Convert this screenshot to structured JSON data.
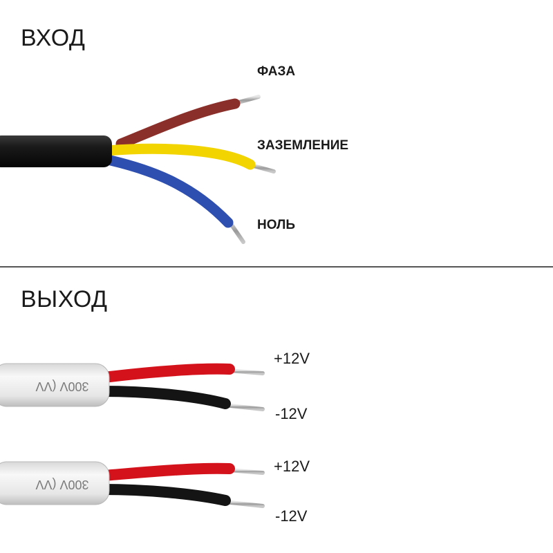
{
  "input_section": {
    "title": "ВХОД",
    "wires": {
      "phase": {
        "label": "ФАЗА",
        "color": "#8a2f2a"
      },
      "ground": {
        "label": "ЗАЗЕМЛЕНИЕ",
        "color": "#f2d400"
      },
      "neutral": {
        "label": "НОЛЬ",
        "color": "#2f4fb0"
      }
    },
    "cable_color": "#121212"
  },
  "output_section": {
    "title": "ВЫХОД",
    "cables": [
      {
        "jacket_print": "300V (VV",
        "positive_label": "+12V",
        "negative_label": "-12V"
      },
      {
        "jacket_print": "300V (VV",
        "positive_label": "+12V",
        "negative_label": "-12V"
      }
    ],
    "positive_color": "#d4121c",
    "negative_color": "#141414",
    "jacket_color": "#eeeeee"
  }
}
